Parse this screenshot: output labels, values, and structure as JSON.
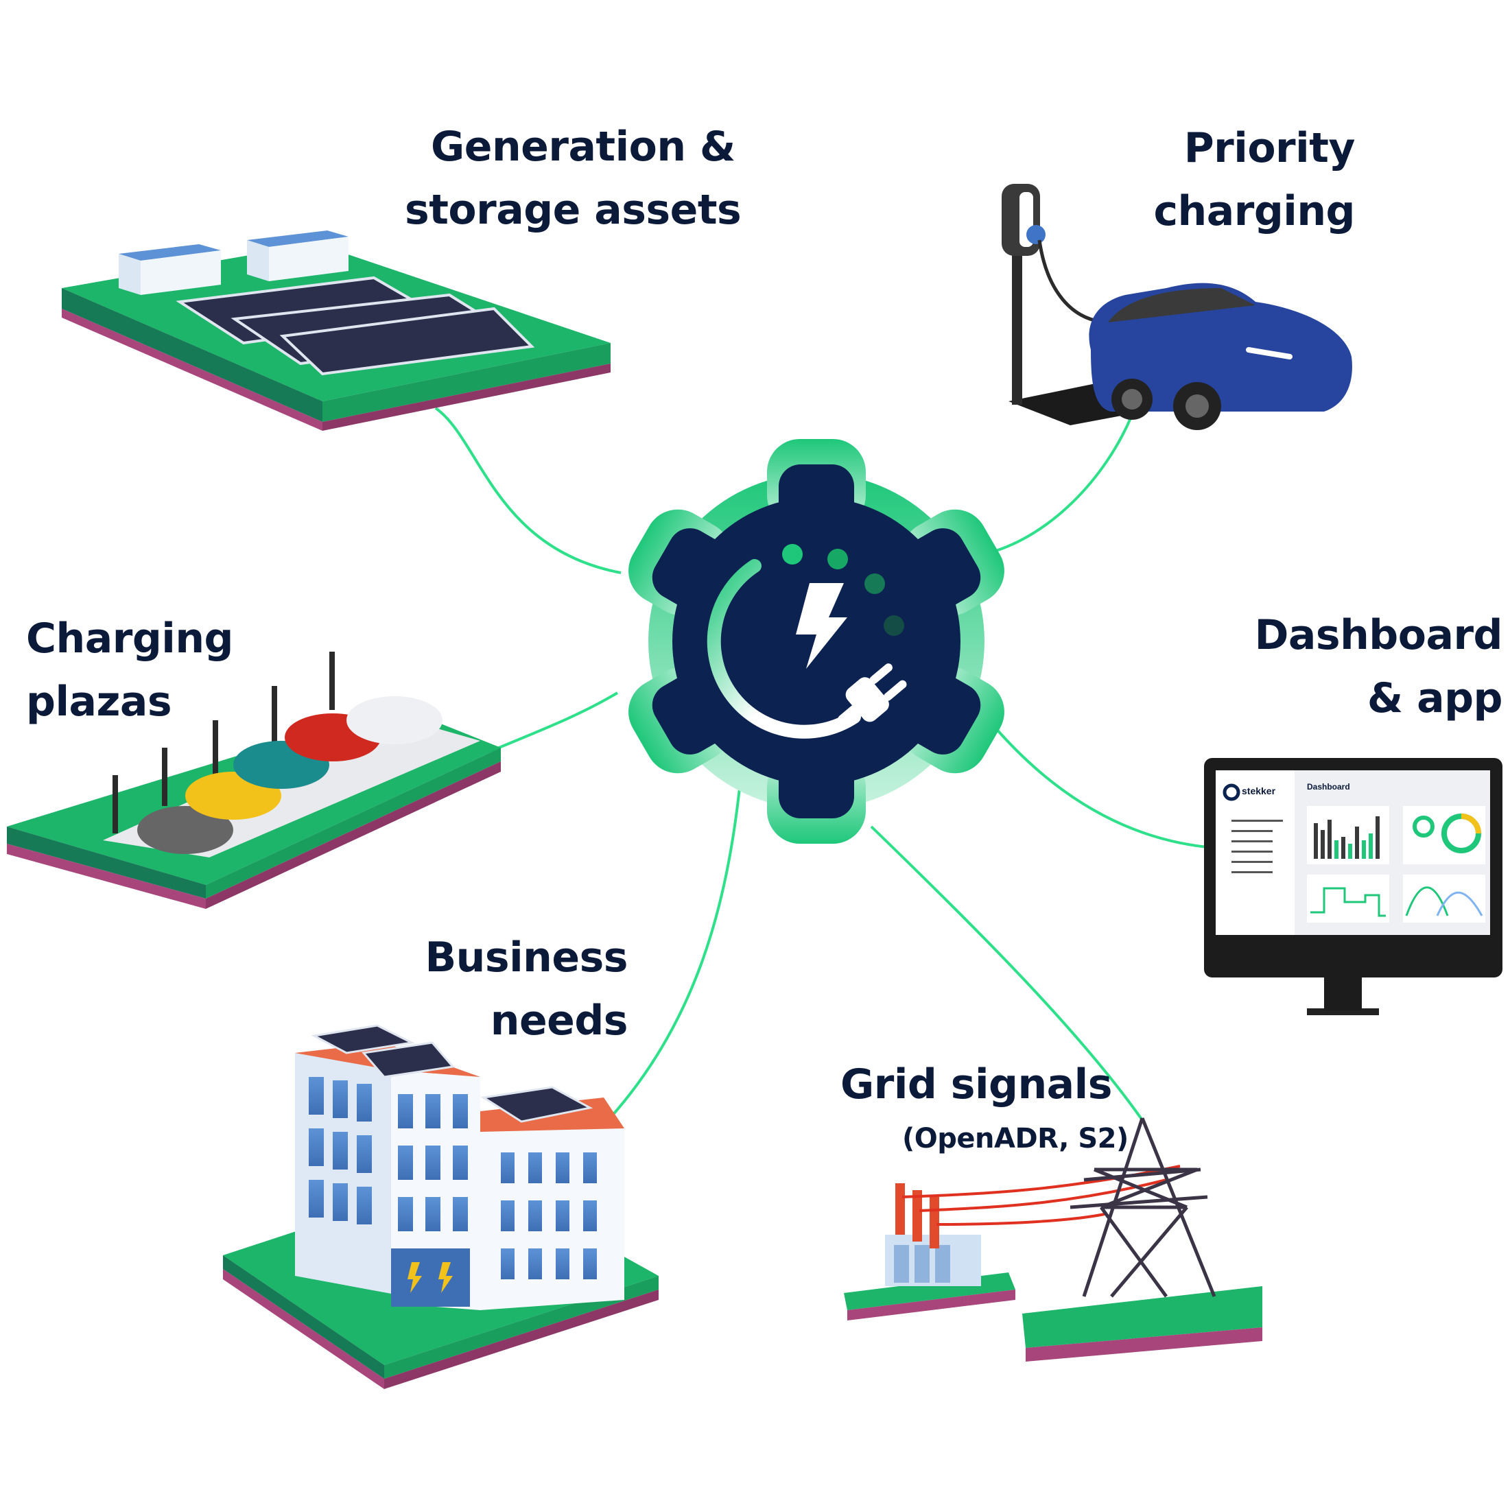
{
  "nodes": {
    "generation": {
      "line1": "Generation &",
      "line2": "storage assets"
    },
    "priority": {
      "line1": "Priority",
      "line2": "charging"
    },
    "plazas": {
      "line1": "Charging",
      "line2": "plazas"
    },
    "dashboard": {
      "line1": "Dashboard",
      "line2": "& app"
    },
    "business": {
      "line1": "Business",
      "line2": "needs"
    },
    "grid": {
      "line1": "Grid signals",
      "line2": "(OpenADR, S2)"
    }
  },
  "screen": {
    "brand": "stekker",
    "title": "Dashboard"
  },
  "colors": {
    "navy": "#0c2250",
    "green": "#1ec77a",
    "connector": "#2fe08a",
    "ground_green": "#1cb569",
    "ground_magenta": "#a8467c"
  }
}
